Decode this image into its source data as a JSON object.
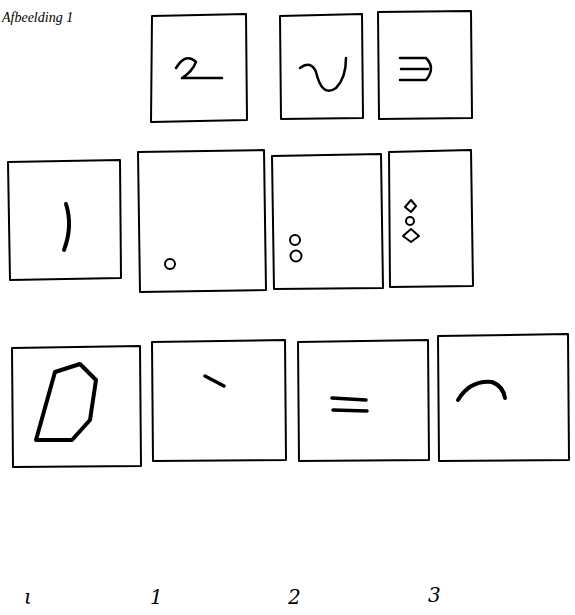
{
  "diagram": {
    "labels": [
      "Afbeelding 1",
      "ι",
      "1",
      "2",
      "3"
    ]
  }
}
